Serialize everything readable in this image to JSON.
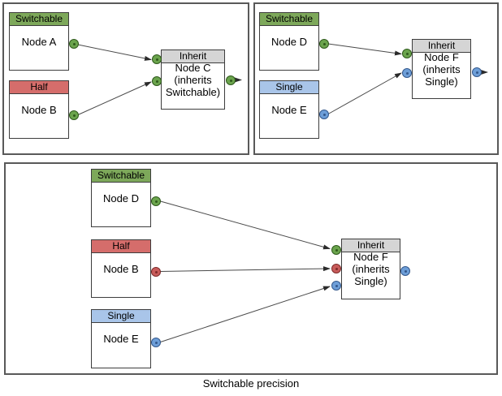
{
  "caption": "Switchable precision",
  "colors": {
    "header_switchable": "#7DA85A",
    "header_half": "#D56D6B",
    "header_single": "#A9C5E9",
    "header_inherit": "#D5D5D5",
    "socket_green": "#6BA44D",
    "socket_red": "#C85C5B",
    "socket_blue": "#6D9ED8",
    "panel_border": "#595959",
    "node_border": "#3d3d3d"
  },
  "panels": [
    {
      "id": "top-left",
      "nodes": [
        {
          "id": "node-a",
          "header": "Switchable",
          "title": "Node A"
        },
        {
          "id": "node-b",
          "header": "Half",
          "title": "Node B"
        },
        {
          "id": "node-c",
          "header": "Inherit",
          "body": [
            "Node C",
            "(inherits",
            "Switchable)"
          ]
        }
      ],
      "edges": [
        {
          "from": "Node A",
          "to": "Node C"
        },
        {
          "from": "Node B",
          "to": "Node C"
        },
        {
          "from": "Node C",
          "to": "output"
        }
      ]
    },
    {
      "id": "top-right",
      "nodes": [
        {
          "id": "node-d",
          "header": "Switchable",
          "title": "Node D"
        },
        {
          "id": "node-e",
          "header": "Single",
          "title": "Node E"
        },
        {
          "id": "node-f",
          "header": "Inherit",
          "body": [
            "Node F",
            "(inherits",
            "Single)"
          ]
        }
      ],
      "edges": [
        {
          "from": "Node D",
          "to": "Node F"
        },
        {
          "from": "Node E",
          "to": "Node F"
        },
        {
          "from": "Node F",
          "to": "output"
        }
      ]
    },
    {
      "id": "bottom",
      "nodes": [
        {
          "id": "node-d",
          "header": "Switchable",
          "title": "Node D"
        },
        {
          "id": "node-b",
          "header": "Half",
          "title": "Node B"
        },
        {
          "id": "node-e",
          "header": "Single",
          "title": "Node E"
        },
        {
          "id": "node-f",
          "header": "Inherit",
          "body": [
            "Node F",
            "(inherits",
            "Single)"
          ]
        }
      ],
      "edges": [
        {
          "from": "Node D",
          "to": "Node F"
        },
        {
          "from": "Node B",
          "to": "Node F"
        },
        {
          "from": "Node E",
          "to": "Node F"
        }
      ]
    }
  ]
}
